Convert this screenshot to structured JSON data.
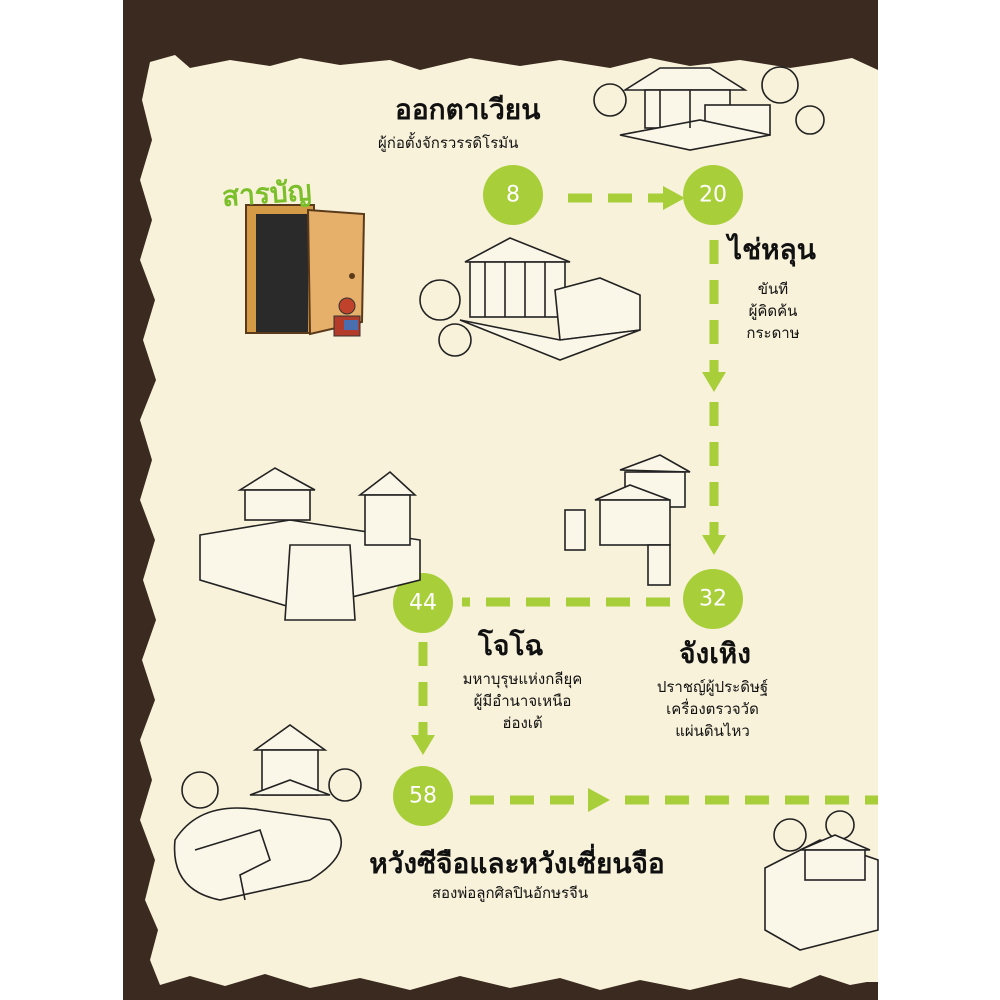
{
  "contents_title": "สารบัญ",
  "entries": [
    {
      "page": "8",
      "name": "ออกตาเวียน",
      "subtitle": [
        "ผู้ก่อตั้งจักรวรรดิโรมัน"
      ]
    },
    {
      "page": "20",
      "name": "ไช่หลุน",
      "subtitle": [
        "ขันที",
        "ผู้คิดค้น",
        "กระดาษ"
      ]
    },
    {
      "page": "32",
      "name": "จังเหิง",
      "subtitle": [
        "ปราชญ์ผู้ประดิษฐ์",
        "เครื่องตรวจวัด",
        "แผ่นดินไหว"
      ]
    },
    {
      "page": "44",
      "name": "โจโฉ",
      "subtitle": [
        "มหาบุรุษแห่งกลียุค",
        "ผู้มีอำนาจเหนือ",
        "ฮ่องเต้"
      ]
    },
    {
      "page": "58",
      "name": "หวังซีจือและหวังเซี่ยนจือ",
      "subtitle": [
        "สองพ่อลูกศิลปินอักษรจีน"
      ]
    }
  ],
  "colors": {
    "frame": "#3b2a1f",
    "paper": "#f8f2da",
    "accent": "#a8cf3a",
    "title_green": "#7bbf2a",
    "door": "#d49a45"
  }
}
